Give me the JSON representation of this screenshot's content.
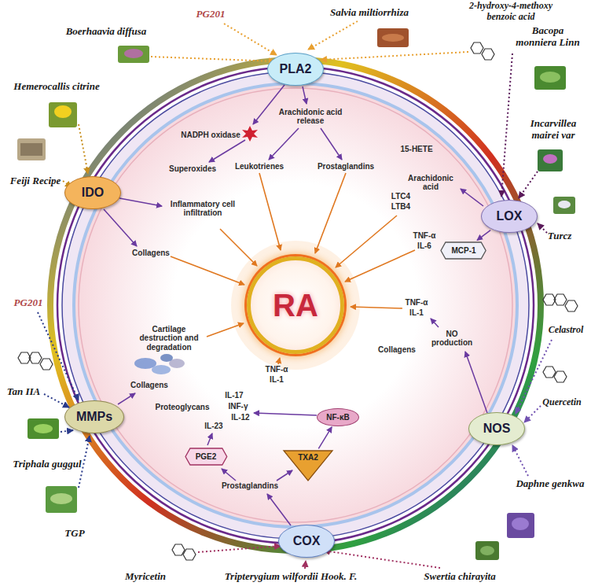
{
  "diagram": {
    "nodes": [
      {
        "text": [
          "RA"
        ]
      },
      {
        "text": [
          "PLA2"
        ]
      },
      {
        "text": [
          "LOX"
        ]
      },
      {
        "text": [
          "NOS"
        ]
      },
      {
        "text": [
          "COX"
        ]
      },
      {
        "text": [
          "MMPs"
        ]
      },
      {
        "text": [
          "IDO"
        ]
      },
      {
        "text": [
          "MCP-1"
        ]
      },
      {
        "text": [
          "NF-κB"
        ]
      },
      {
        "text": [
          "TXA2"
        ]
      },
      {
        "text": [
          "PGE2"
        ]
      }
    ],
    "edges": [
      {
        "from": 2,
        "to": 7,
        "arrow": "to"
      },
      {
        "from": 9,
        "to": 8,
        "arrow": "to"
      }
    ],
    "labels": [
      "PG201",
      "Salvia miltiorrhiza",
      "2-hydroxy-4-methoxy benzoic acid",
      "Boerhaavia diffusa",
      "Hemerocallis citrine",
      "Feiji Recipe",
      "Bacopa monniera Linn",
      "Incarvillea mairei var",
      "Turcz",
      "PG201",
      "Tan IIA",
      "Triphala guggul",
      "TGP",
      "Celastrol",
      "Quercetin",
      "Daphne genkwa",
      "Swertia chirayita",
      "Tripterygium wilfordii Hook. F.",
      "Myricetin",
      "NADPH oxidase",
      "Arachidonic acid release",
      "Leukotrienes",
      "Prostaglandins",
      "Superoxides",
      "Inflammatory cell infiltration",
      "Collagens",
      "15-HETE",
      "Arachidonic acid",
      "LTC4",
      "LTB4",
      "TNF-α",
      "IL-6",
      "NO production",
      "TNF-α",
      "IL-1",
      "Collagens",
      "Cartilage destruction and degradation",
      "Collagens",
      "Proteoglycans",
      "IL-23",
      "IL-17",
      "INF-γ",
      "IL-12",
      "TNF-α",
      "IL-1",
      "Prostaglandins"
    ]
  }
}
